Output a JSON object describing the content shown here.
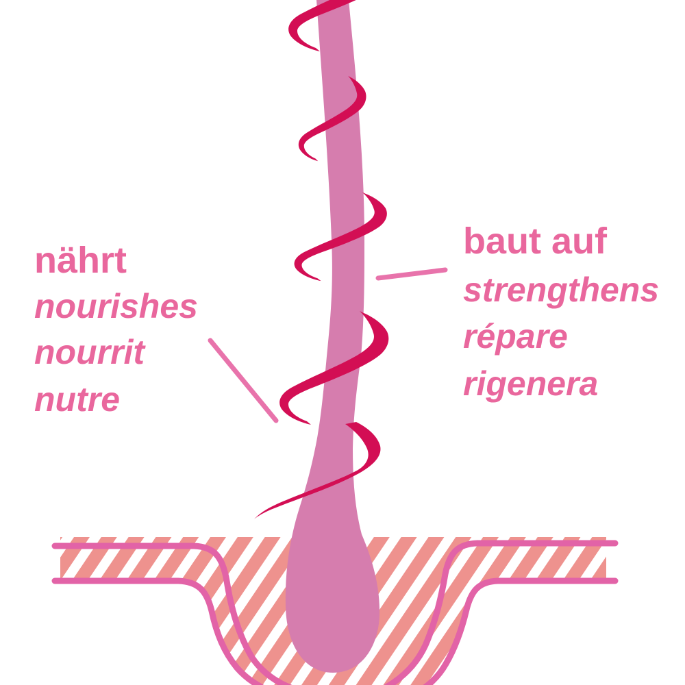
{
  "labels": {
    "left": {
      "lines": [
        "nährt",
        "nourishes",
        "nourrit",
        "nutre"
      ]
    },
    "right": {
      "lines": [
        "baut auf",
        "strengthens",
        "répare",
        "rigenera"
      ]
    }
  },
  "colors": {
    "background": "#ffffff",
    "hair_shaft": "#d67dae",
    "ribbon": "#d30e54",
    "skin_stripe": "#ee928e",
    "follicle_outline": "#e263a7",
    "label_text": "#e9679d",
    "callout_line": "#e873ab"
  }
}
